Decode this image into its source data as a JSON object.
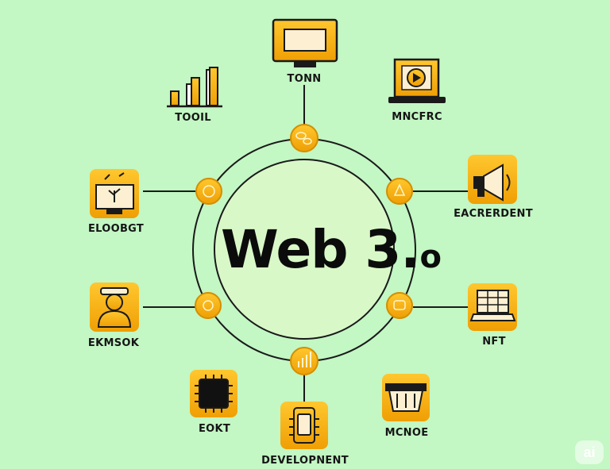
{
  "diagram": {
    "center": {
      "title": "Web 3.",
      "title_suffix": "o"
    },
    "nodes": [
      {
        "id": "top",
        "label": "TONN",
        "icon": "monitor-icon"
      },
      {
        "id": "tools",
        "label": "TOOIL",
        "icon": "bar-chart-icon"
      },
      {
        "id": "top-right",
        "label": "MNCFRC",
        "icon": "laptop-play-icon"
      },
      {
        "id": "left-upper",
        "label": "ELOOBGT",
        "icon": "computer-plant-icon"
      },
      {
        "id": "right-upper",
        "label": "EACRERDENT",
        "icon": "megaphone-icon"
      },
      {
        "id": "left-lower",
        "label": "EKMSOK",
        "icon": "person-icon"
      },
      {
        "id": "right-lower",
        "label": "NFT",
        "icon": "laptop-grid-icon"
      },
      {
        "id": "bottom-left",
        "label": "EOKT",
        "icon": "chip-icon"
      },
      {
        "id": "bottom",
        "label": "DEVELOPNENT",
        "icon": "phone-device-icon"
      },
      {
        "id": "bottom-right",
        "label": "MCNOE",
        "icon": "basket-icon"
      }
    ],
    "badge": "ai"
  },
  "colors": {
    "background": "#c3f7c4",
    "accent": "#f5b20e",
    "accent_dark": "#e39a00",
    "center_fill": "#d9f8c8"
  }
}
